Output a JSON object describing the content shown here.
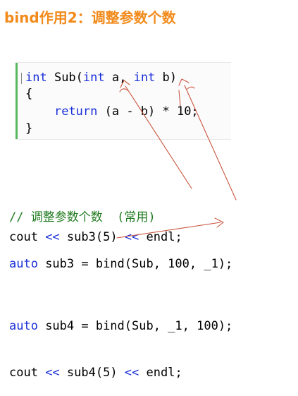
{
  "title": "bind作用2：调整参数个数",
  "code_box": {
    "line1": {
      "kw1": "int",
      "name": " Sub(",
      "kw2": "int",
      "p1": " a, ",
      "kw3": "int",
      "p2": " b)"
    },
    "line2": "{",
    "line3": {
      "indent": "    ",
      "kw": "return",
      "rest": " (a - b) * 10;"
    },
    "line4": "}"
  },
  "snippet1": {
    "comment": "// 调整参数个数  (常用)",
    "line1": {
      "kw": "auto",
      "rest": " sub3 = bind(Sub, 100, _1);"
    },
    "line2": {
      "a": "cout ",
      "op1": "<<",
      "b": " sub3(5) ",
      "op2": "<<",
      "c": " endl;"
    }
  },
  "snippet2": {
    "line1": {
      "kw": "auto",
      "rest": " sub4 = bind(Sub, _1, 100);"
    },
    "line2": {
      "a": "cout ",
      "op1": "<<",
      "b": " sub4(5) ",
      "op2": "<<",
      "c": " endl;"
    }
  },
  "colors": {
    "title": "#f28a1a",
    "keyword": "#1a2fd9",
    "comment": "#1f7a1f",
    "annotation": "#c9553f",
    "gutter": "#58b85c"
  }
}
